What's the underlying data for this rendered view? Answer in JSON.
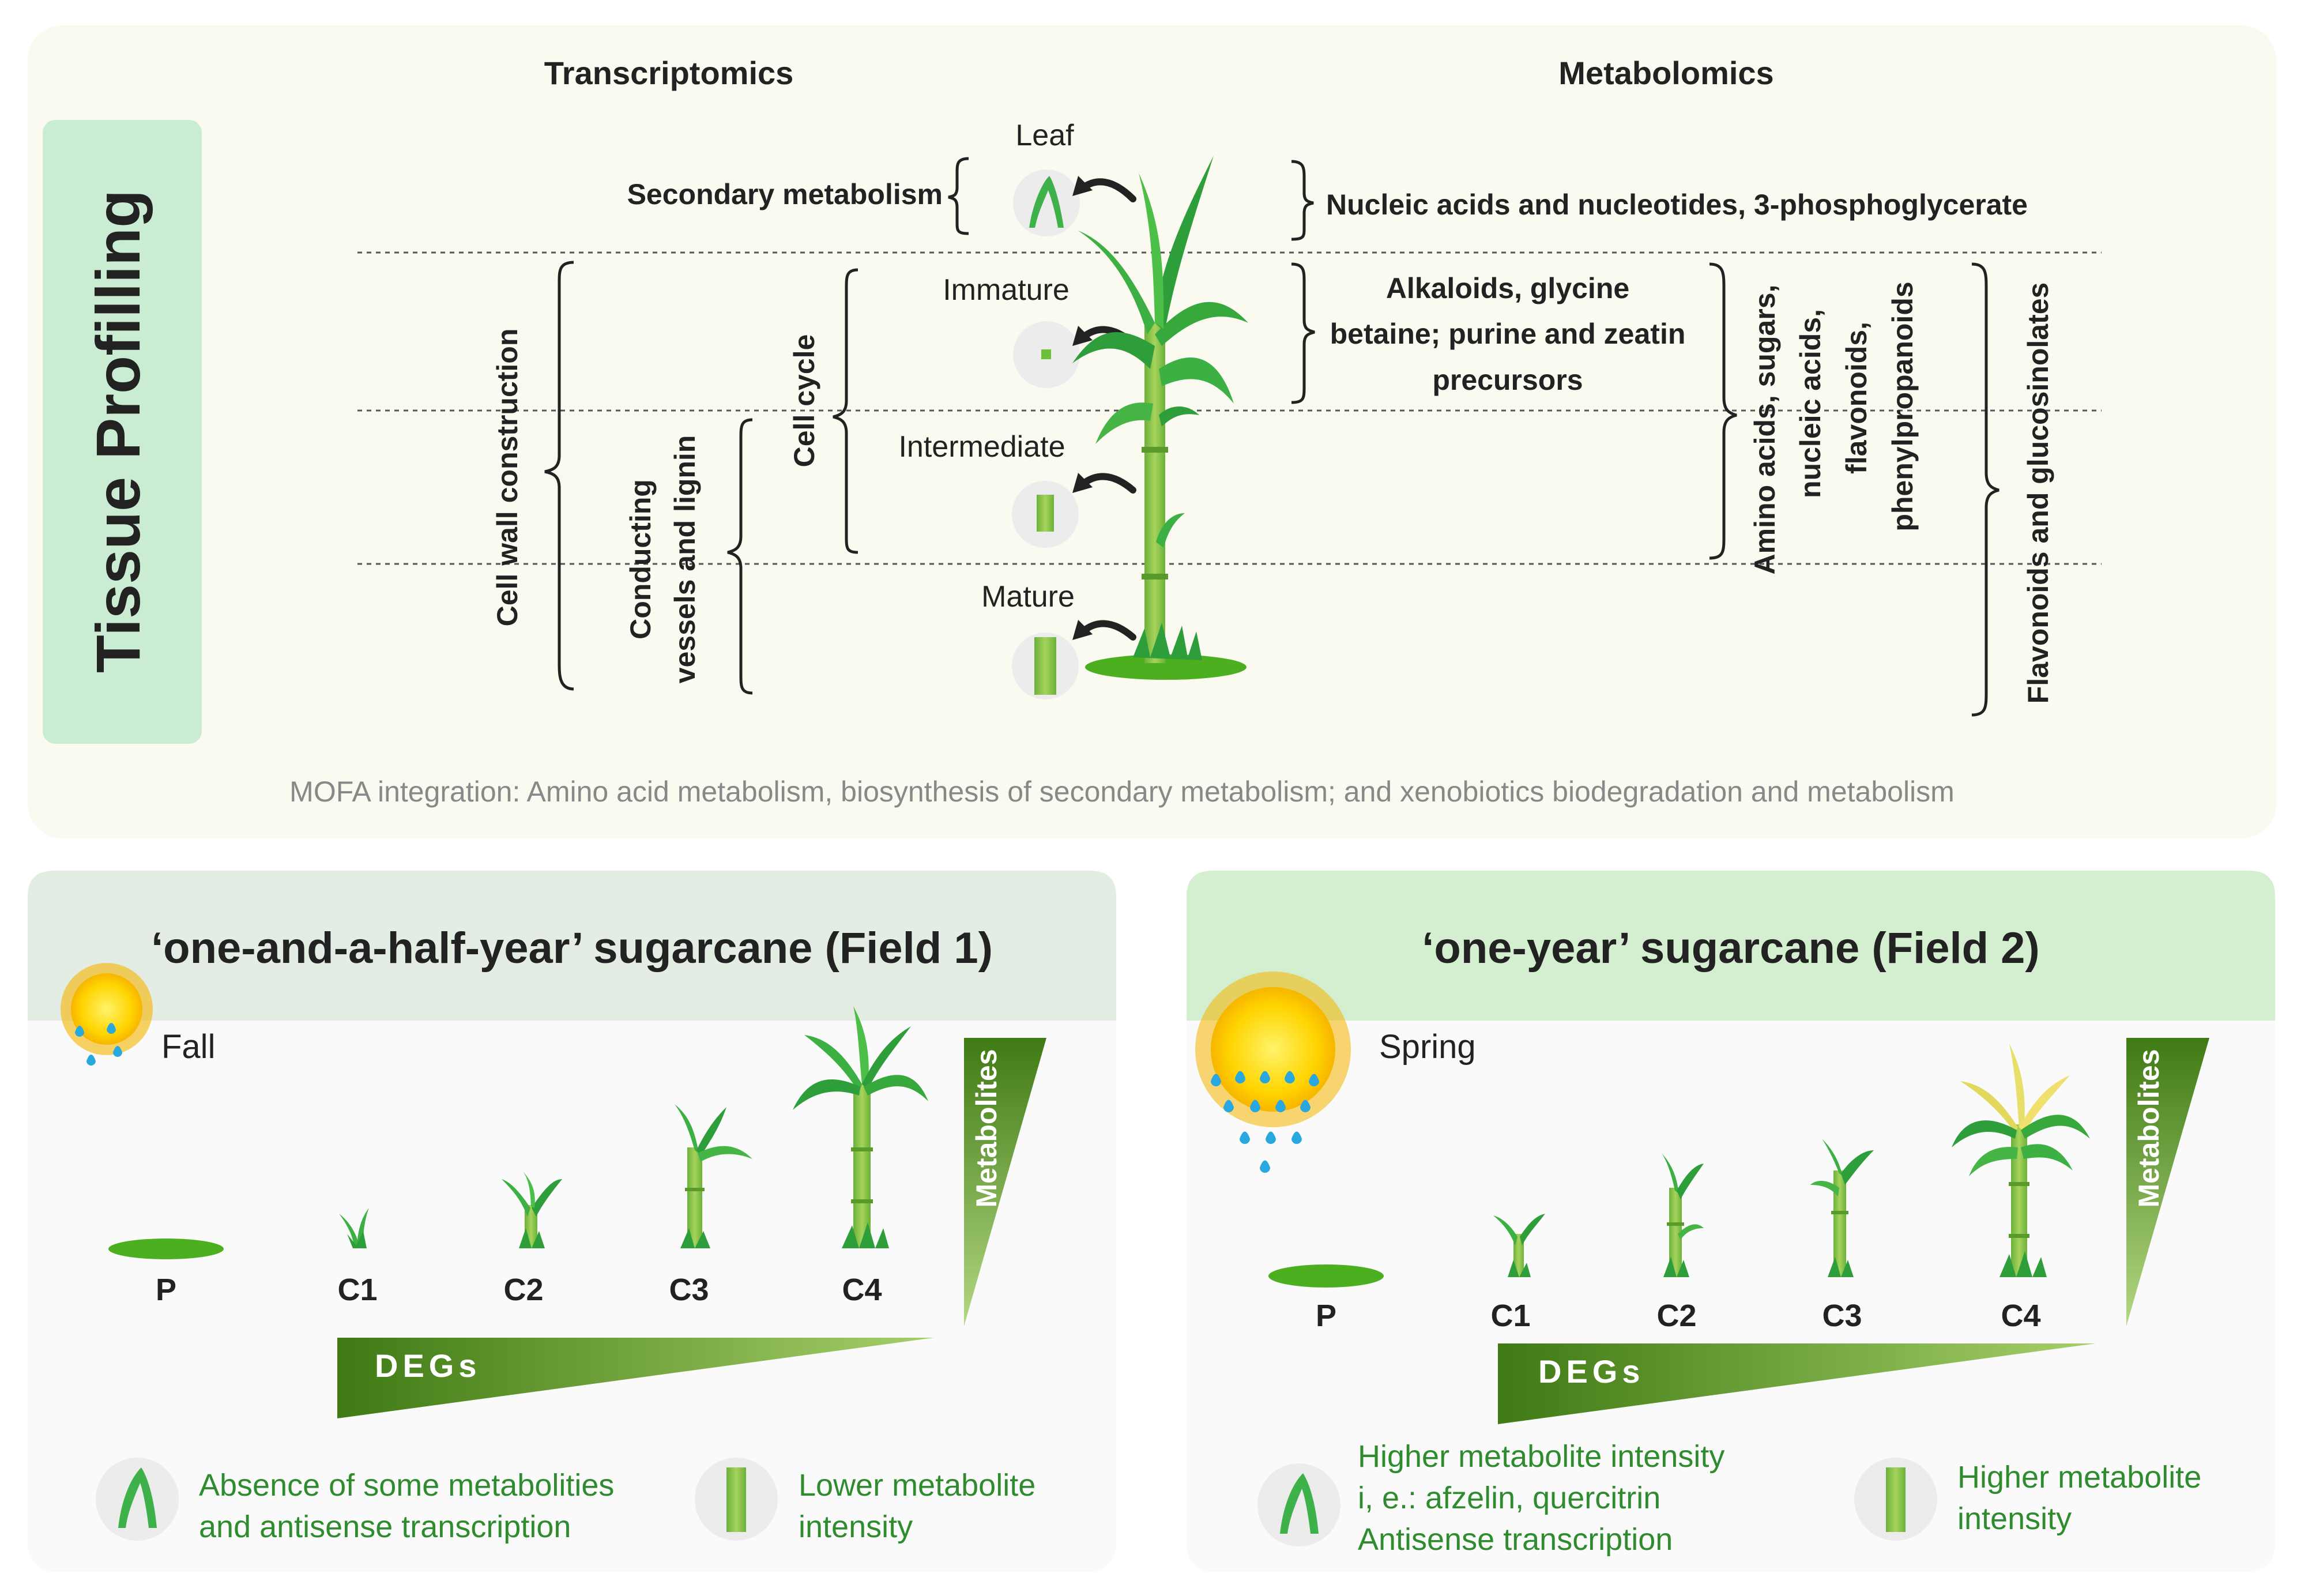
{
  "top_panel": {
    "side_label": "Tissue Profilling",
    "transcriptomics_header": "Transcriptomics",
    "metabolomics_header": "Metabolomics",
    "tissues": [
      "Leaf",
      "Immature",
      "Intermediate",
      "Mature"
    ],
    "transcriptomics_terms": {
      "secondary": "Secondary metabolism",
      "cell_wall": "Cell wall construction",
      "conducting_1": "Conducting",
      "conducting_2": "vessels and lignin",
      "cell_cycle": "Cell cycle"
    },
    "metabolomics_terms": {
      "leaf": "Nucleic acids and nucleotides, 3-phosphoglycerate",
      "immature_1": "Alkaloids, glycine",
      "immature_2": "betaine; purine and zeatin",
      "immature_3": "precursors",
      "amino_1": "Amino acids, sugars,",
      "amino_2": "nucleic acids,",
      "amino_3": "flavonoids,",
      "amino_4": "phenylpropanoids",
      "flavonoids": "Flavonoids and glucosinolates"
    },
    "mofa_text": "MOFA integration: Amino acid metabolism, biosynthesis of secondary metabolism; and xenobiotics biodegradation and metabolism"
  },
  "field1": {
    "title": "‘one-and-a-half-year’ sugarcane (Field 1)",
    "season": "Fall",
    "stages": [
      "P",
      "C1",
      "C2",
      "C3",
      "C4"
    ],
    "degs": "DEGs",
    "metabolites": "Metabolites",
    "legend_leaf_1": "Absence of some metabolities",
    "legend_leaf_2": "and antisense transcription",
    "legend_stem_1": "Lower metabolite",
    "legend_stem_2": "intensity"
  },
  "field2": {
    "title": "‘one-year’ sugarcane (Field 2)",
    "season": "Spring",
    "stages": [
      "P",
      "C1",
      "C2",
      "C3",
      "C4"
    ],
    "degs": "DEGs",
    "metabolites": "Metabolites",
    "legend_leaf_1": "Higher metabolite intensity",
    "legend_leaf_2": "i, e.: afzelin, quercitrin",
    "legend_leaf_3": "Antisense transcription",
    "legend_stem_1": "Higher metabolite",
    "legend_stem_2": "intensity"
  },
  "colors": {
    "panel_bg": "#fafaf0",
    "side_label_bg": "#c9ecd3",
    "header_bg": "#e3ede3",
    "leaf_green": "#3cb043",
    "dark_green": "#4a7f1a",
    "light_green": "#8dc63f",
    "legend_text_green": "#2e8b2e",
    "sun_yellow": "#ffd700",
    "drop_blue": "#29a8e0",
    "mofa_gray": "#888888"
  }
}
